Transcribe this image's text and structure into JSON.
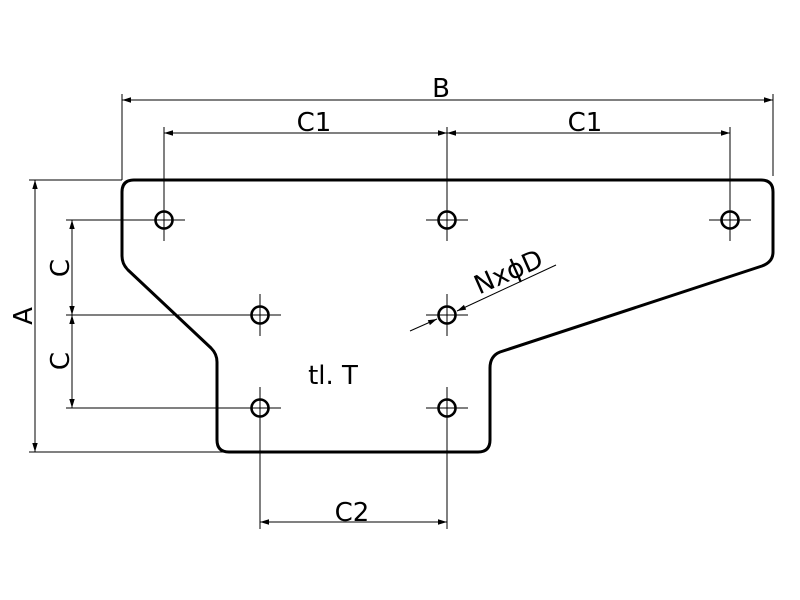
{
  "drawing": {
    "dimensions": {
      "overall_width": "B",
      "hole_pitch_top_left": "C1",
      "hole_pitch_top_right": "C1",
      "overall_height": "A",
      "vertical_pitch_upper": "C",
      "vertical_pitch_lower": "C",
      "bottom_pitch": "C2"
    },
    "thickness_note": "tl. T",
    "hole_callout": "NxϕD",
    "hole_count_shown": 7
  }
}
